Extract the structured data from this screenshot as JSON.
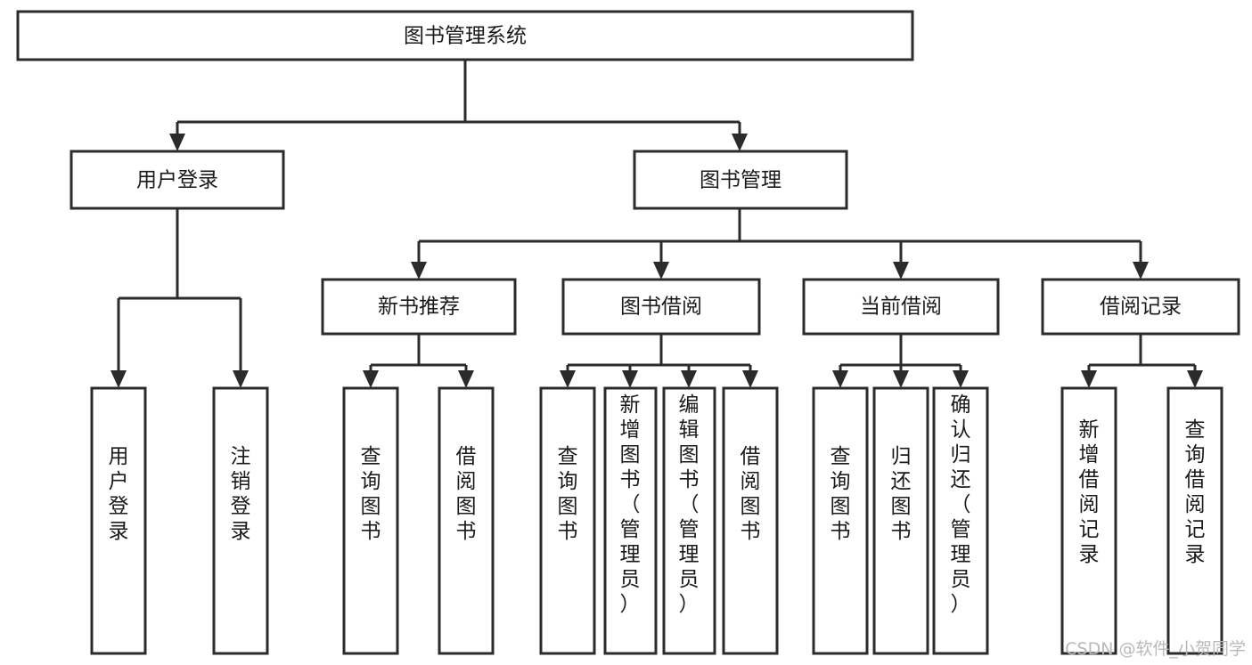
{
  "diagram": {
    "type": "tree-hierarchy",
    "title": "图书管理系统",
    "orientation": "top-down",
    "colors": {
      "box_stroke": "#2b2b2b",
      "box_fill": "#ffffff",
      "connector": "#2b2b2b",
      "text": "#1a1a1a",
      "watermark": "#b9b9b9",
      "background": "#ffffff"
    },
    "nodes": {
      "root": {
        "label": "图书管理系统",
        "level": 0,
        "orientation": "horizontal"
      },
      "user_login": {
        "label": "用户登录",
        "level": 1,
        "orientation": "horizontal"
      },
      "book_manage": {
        "label": "图书管理",
        "level": 1,
        "orientation": "horizontal"
      },
      "new_book_rec": {
        "label": "新书推荐",
        "level": 2,
        "orientation": "horizontal"
      },
      "book_borrow": {
        "label": "图书借阅",
        "level": 2,
        "orientation": "horizontal"
      },
      "current_borrow": {
        "label": "当前借阅",
        "level": 2,
        "orientation": "horizontal"
      },
      "borrow_record": {
        "label": "借阅记录",
        "level": 2,
        "orientation": "horizontal"
      },
      "leaf_user_login": {
        "label": "用户登录",
        "level": 3,
        "orientation": "vertical"
      },
      "leaf_logout": {
        "label": "注销登录",
        "level": 3,
        "orientation": "vertical"
      },
      "leaf_query_book_rec": {
        "label": "查询图书",
        "level": 3,
        "orientation": "vertical"
      },
      "leaf_borrow_book_rec": {
        "label": "借阅图书",
        "level": 3,
        "orientation": "vertical"
      },
      "leaf_query_book_b": {
        "label": "查询图书",
        "level": 3,
        "orientation": "vertical"
      },
      "leaf_add_book": {
        "label": "新增图书（管理员）",
        "level": 3,
        "orientation": "vertical"
      },
      "leaf_edit_book": {
        "label": "编辑图书（管理员）",
        "level": 3,
        "orientation": "vertical"
      },
      "leaf_borrow_book_b": {
        "label": "借阅图书",
        "level": 3,
        "orientation": "vertical"
      },
      "leaf_query_book_c": {
        "label": "查询图书",
        "level": 3,
        "orientation": "vertical"
      },
      "leaf_return_book": {
        "label": "归还图书",
        "level": 3,
        "orientation": "vertical"
      },
      "leaf_confirm_return": {
        "label": "确认归还（管理员）",
        "level": 3,
        "orientation": "vertical"
      },
      "leaf_add_record": {
        "label": "新增借阅记录",
        "level": 3,
        "orientation": "vertical"
      },
      "leaf_query_record": {
        "label": "查询借阅记录",
        "level": 3,
        "orientation": "vertical"
      }
    },
    "edges": [
      {
        "from": "root",
        "to": "user_login"
      },
      {
        "from": "root",
        "to": "book_manage"
      },
      {
        "from": "book_manage",
        "to": "new_book_rec"
      },
      {
        "from": "book_manage",
        "to": "book_borrow"
      },
      {
        "from": "book_manage",
        "to": "current_borrow"
      },
      {
        "from": "book_manage",
        "to": "borrow_record"
      },
      {
        "from": "user_login",
        "to": "leaf_user_login"
      },
      {
        "from": "user_login",
        "to": "leaf_logout"
      },
      {
        "from": "new_book_rec",
        "to": "leaf_query_book_rec"
      },
      {
        "from": "new_book_rec",
        "to": "leaf_borrow_book_rec"
      },
      {
        "from": "book_borrow",
        "to": "leaf_query_book_b"
      },
      {
        "from": "book_borrow",
        "to": "leaf_add_book"
      },
      {
        "from": "book_borrow",
        "to": "leaf_edit_book"
      },
      {
        "from": "book_borrow",
        "to": "leaf_borrow_book_b"
      },
      {
        "from": "current_borrow",
        "to": "leaf_query_book_c"
      },
      {
        "from": "current_borrow",
        "to": "leaf_return_book"
      },
      {
        "from": "current_borrow",
        "to": "leaf_confirm_return"
      },
      {
        "from": "borrow_record",
        "to": "leaf_add_record"
      },
      {
        "from": "borrow_record",
        "to": "leaf_query_record"
      }
    ]
  },
  "watermark": {
    "text": "CSDN @软件_小贺同学"
  }
}
